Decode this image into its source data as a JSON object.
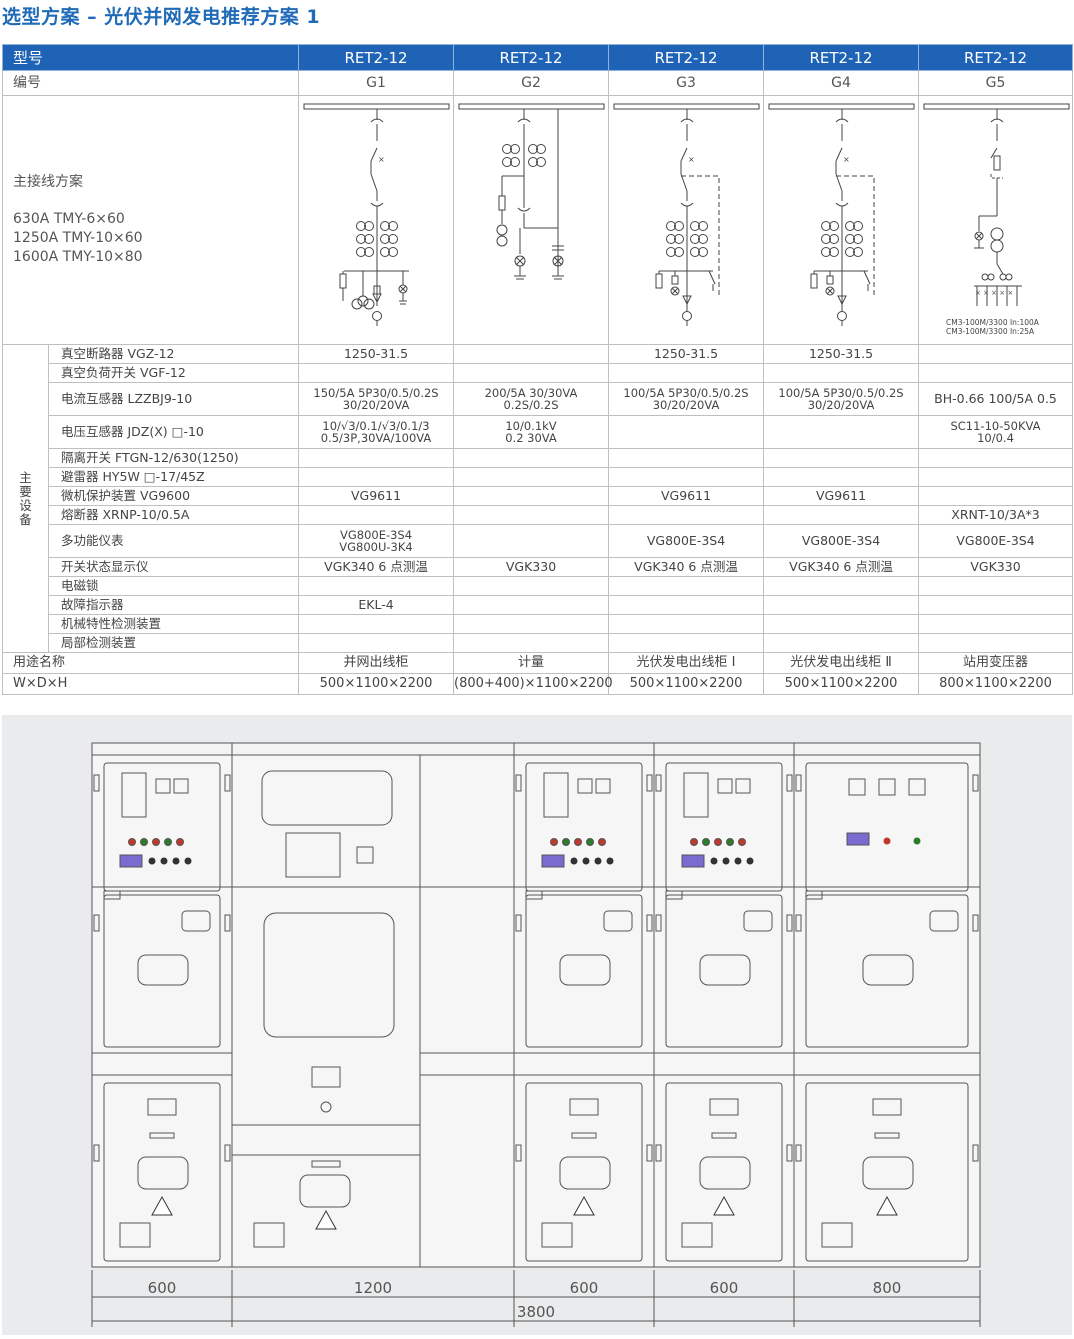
{
  "title": "选型方案 – 光伏并网发电推荐方案 1",
  "table": {
    "model_label": "型号",
    "number_label": "编号",
    "models": [
      "RET2-12",
      "RET2-12",
      "RET2-12",
      "RET2-12",
      "RET2-12"
    ],
    "numbers": [
      "G1",
      "G2",
      "G3",
      "G4",
      "G5"
    ],
    "diagram_label": "主接线方案",
    "busbars": [
      "630A TMY-6×60",
      "1250A TMY-10×60",
      "1600A TMY-10×80"
    ],
    "g5_notes": [
      "CM3-100M/3300  In:100A",
      "CM3-100M/3300  In:25A"
    ],
    "main_equipment_label": "主要设备",
    "equipment": [
      {
        "name": "真空断路器 VGZ-12",
        "values": [
          "1250-31.5",
          "",
          "1250-31.5",
          "1250-31.5",
          ""
        ]
      },
      {
        "name": "真空负荷开关 VGF-12",
        "values": [
          "",
          "",
          "",
          "",
          ""
        ]
      },
      {
        "name": "电流互感器 LZZBJ9-10",
        "values": [
          "150/5A  5P30/0.5/0.2S\n30/20/20VA",
          "200/5A  30/30VA\n0.2S/0.2S",
          "100/5A  5P30/0.5/0.2S\n30/20/20VA",
          "100/5A  5P30/0.5/0.2S\n30/20/20VA",
          "BH-0.66  100/5A  0.5"
        ]
      },
      {
        "name": "电压互感器 JDZ(X) □-10",
        "values": [
          "10/√3/0.1/√3/0.1/3\n0.5/3P,30VA/100VA",
          "10/0.1kV\n0.2  30VA",
          "",
          "",
          "SC11-10-50KVA\n10/0.4"
        ]
      },
      {
        "name": "隔离开关 FTGN-12/630(1250)",
        "values": [
          "",
          "",
          "",
          "",
          ""
        ]
      },
      {
        "name": "避雷器 HY5W □-17/45Z",
        "values": [
          "",
          "",
          "",
          "",
          ""
        ]
      },
      {
        "name": "微机保护装置 VG9600",
        "values": [
          "VG9611",
          "",
          "VG9611",
          "VG9611",
          ""
        ]
      },
      {
        "name": "熔断器 XRNP-10/0.5A",
        "values": [
          "",
          "",
          "",
          "",
          "XRNT-10/3A*3"
        ]
      },
      {
        "name": "多功能仪表",
        "values": [
          "VG800E-3S4\nVG800U-3K4",
          "",
          "VG800E-3S4",
          "VG800E-3S4",
          "VG800E-3S4"
        ]
      },
      {
        "name": "开关状态显示仪",
        "values": [
          "VGK340  6 点测温",
          "VGK330",
          "VGK340  6 点测温",
          "VGK340  6 点测温",
          "VGK330"
        ]
      },
      {
        "name": "电磁锁",
        "values": [
          "",
          "",
          "",
          "",
          ""
        ]
      },
      {
        "name": "故障指示器",
        "values": [
          "EKL-4",
          "",
          "",
          "",
          ""
        ]
      },
      {
        "name": "机械特性检测装置",
        "values": [
          "",
          "",
          "",
          "",
          ""
        ]
      },
      {
        "name": "局部检测装置",
        "values": [
          "",
          "",
          "",
          "",
          ""
        ]
      }
    ],
    "use_label": "用途名称",
    "uses": [
      "并网出线柜",
      "计量",
      "光伏发电出线柜 Ⅰ",
      "光伏发电出线柜 Ⅱ",
      "站用变压器"
    ],
    "size_label": "W×D×H",
    "sizes": [
      "500×1100×2200",
      "(800+400)×1100×2200",
      "500×1100×2200",
      "500×1100×2200",
      "800×1100×2200"
    ]
  },
  "drawing": {
    "widths": [
      "600",
      "1200",
      "600",
      "600",
      "800"
    ],
    "total": "3800"
  },
  "colors": {
    "header_blue": "#1e63b6",
    "title_blue": "#1f6bb8",
    "drawing_bg": "#eaebec"
  }
}
